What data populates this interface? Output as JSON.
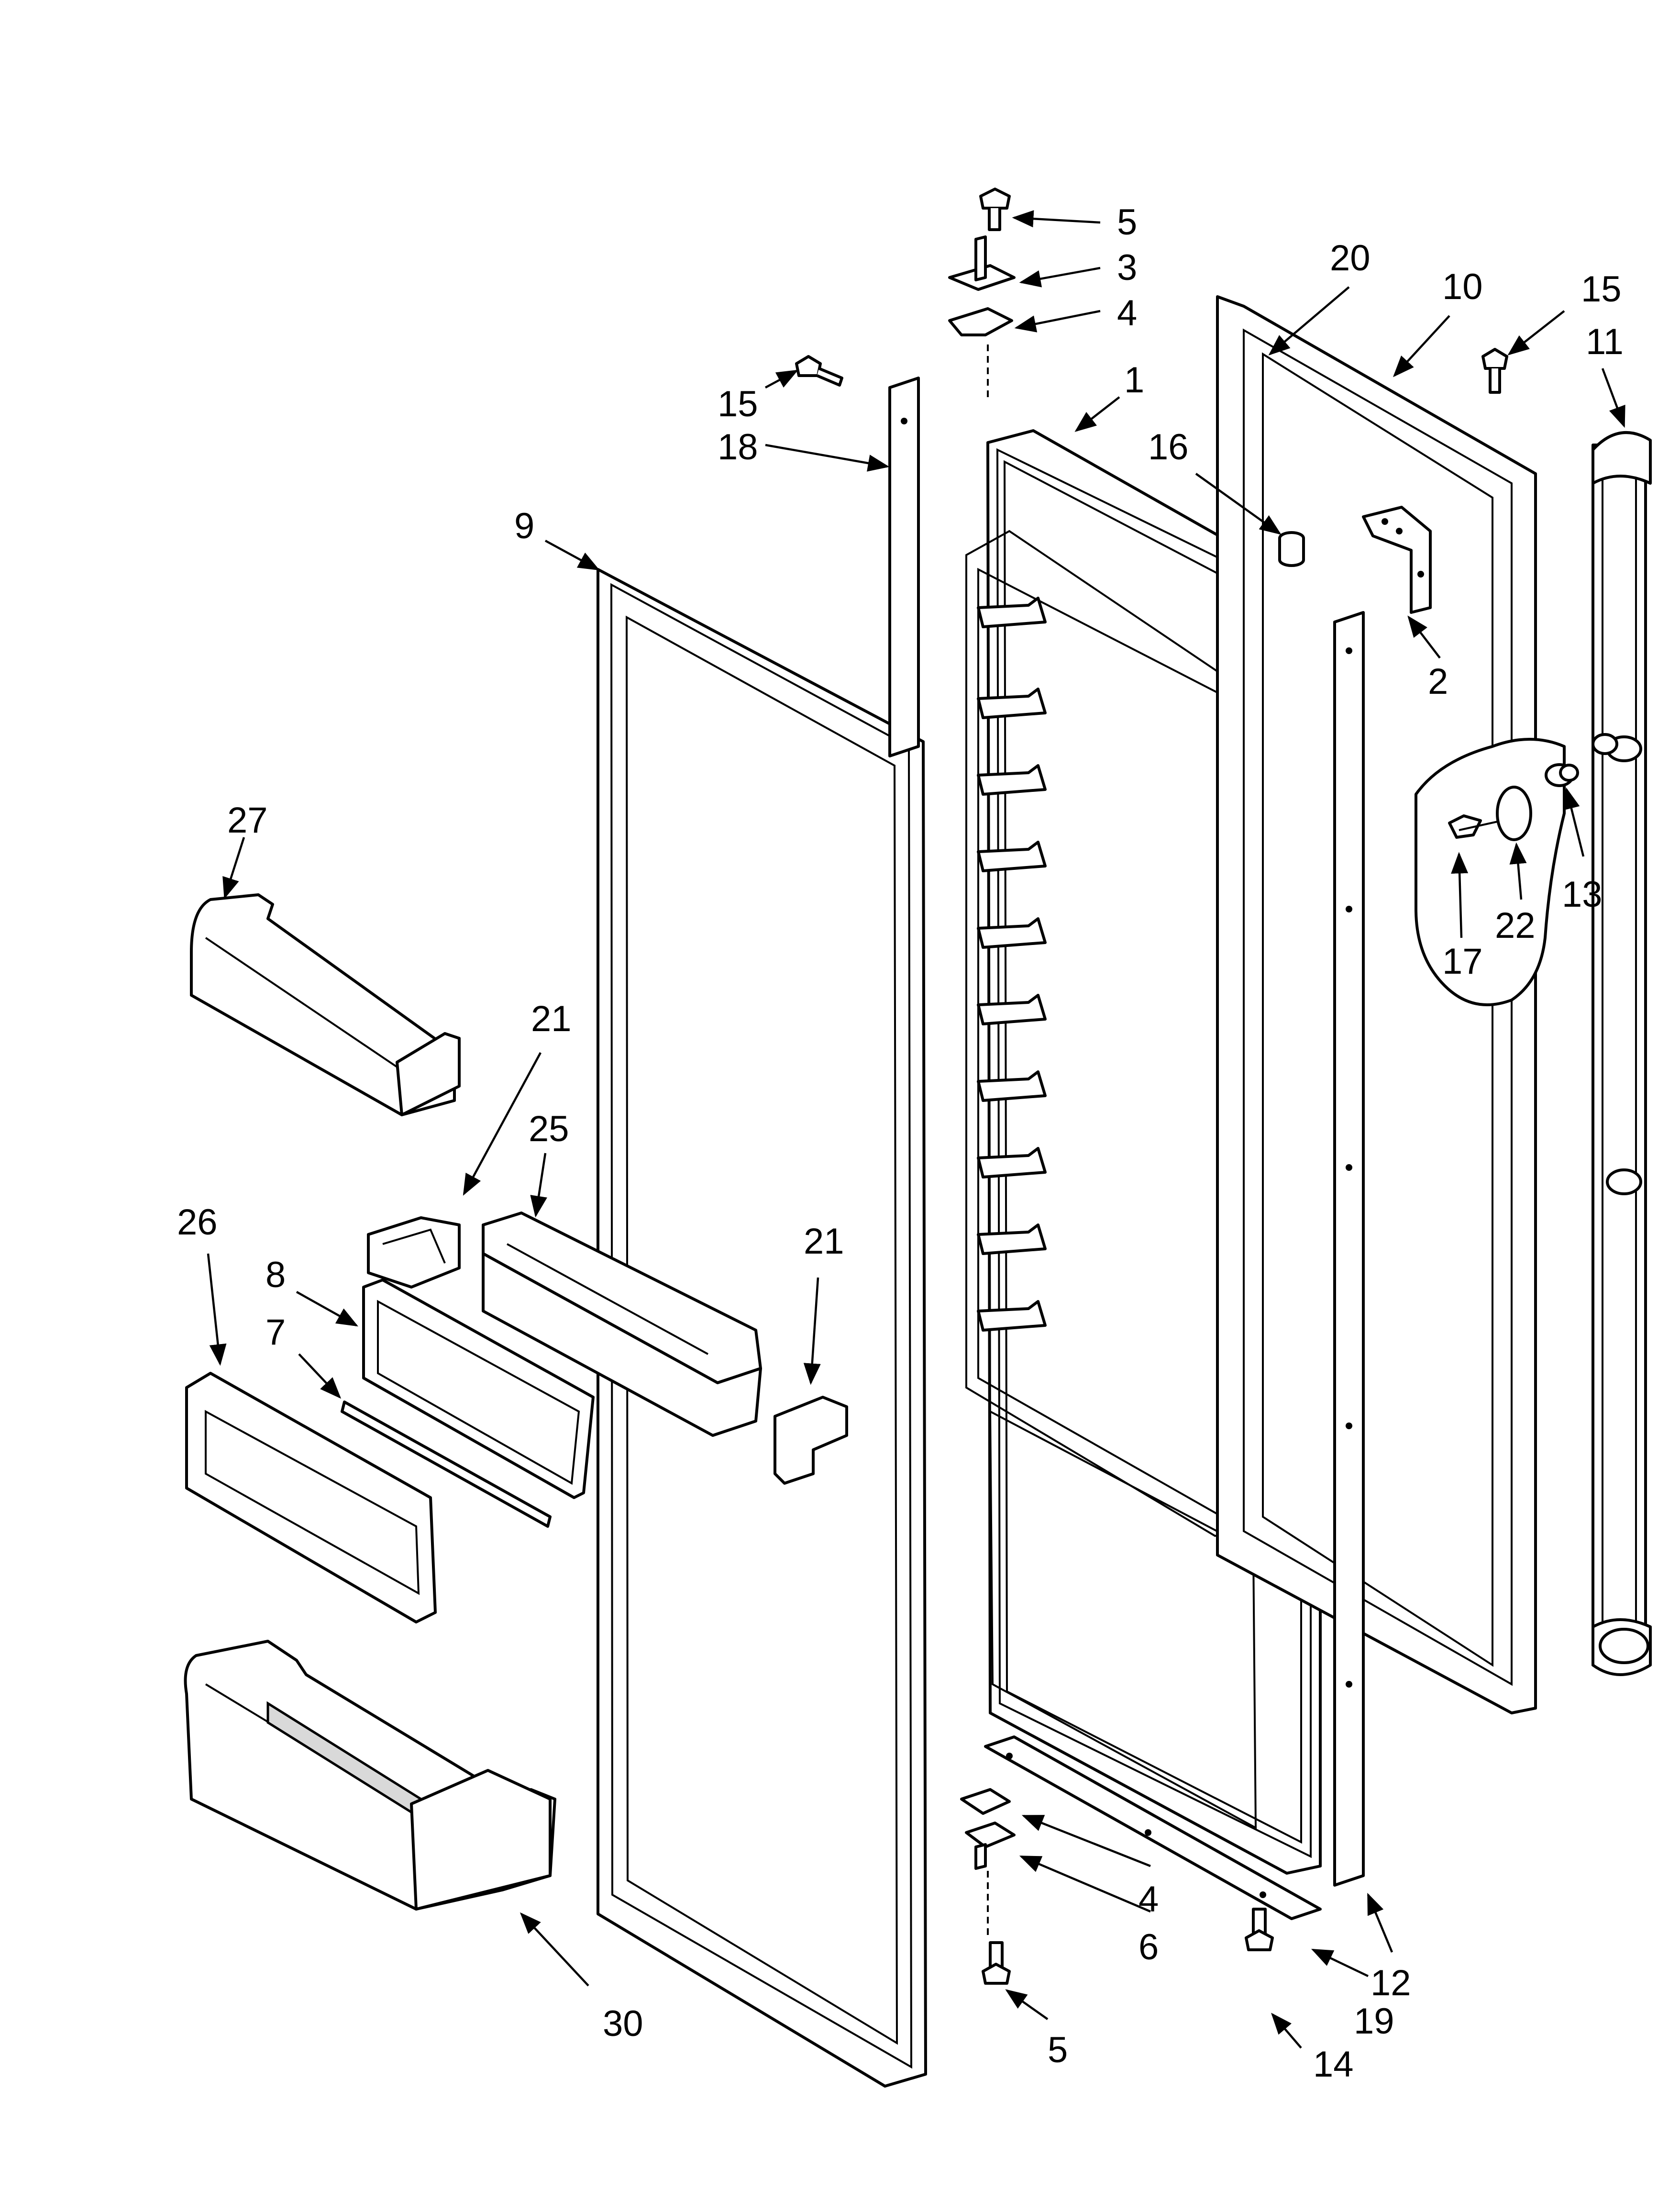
{
  "callouts": {
    "c5_top": "5",
    "c3": "3",
    "c4_top": "4",
    "c20": "20",
    "c10": "10",
    "c15_right": "15",
    "c11": "11",
    "c15_left": "15",
    "c18": "18",
    "c1": "1",
    "c16": "16",
    "c9": "9",
    "c2": "2",
    "c27": "27",
    "c17": "17",
    "c22": "22",
    "c13": "13",
    "c21_left": "21",
    "c25": "25",
    "c26": "26",
    "c21_right": "21",
    "c8": "8",
    "c7": "7",
    "c4_bottom": "4",
    "c6": "6",
    "c12": "12",
    "c19": "19",
    "c30": "30",
    "c5_bottom": "5",
    "c14": "14"
  },
  "icons": {
    "arrow": "arrowhead",
    "screw": "screw-icon",
    "hinge": "hinge-icon"
  }
}
